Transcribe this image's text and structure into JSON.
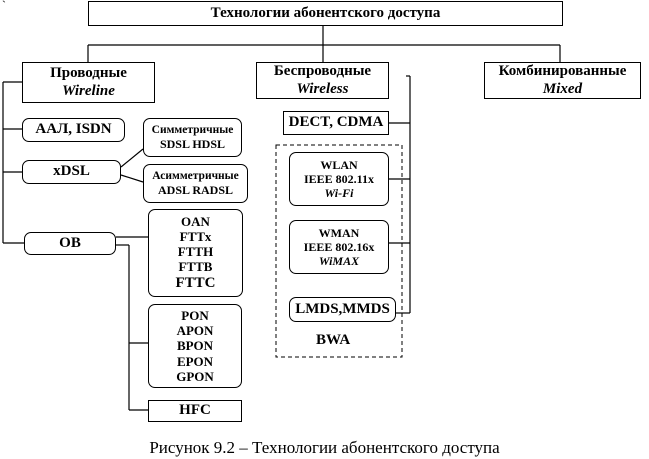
{
  "corner_mark": "`",
  "title": "Технологии абонентского доступа",
  "categories": {
    "wireline": {
      "ru": "Проводные",
      "en": "Wireline"
    },
    "wireless": {
      "ru": "Беспроводные",
      "en": "Wireless"
    },
    "mixed": {
      "ru": "Комбинированные",
      "en": "Mixed"
    }
  },
  "wireline": {
    "aal_isdn": "AАЛ, ISDN",
    "xdsl": "xDSL",
    "sym": {
      "line1": "Симметричные",
      "line2": "SDSL HDSL"
    },
    "asym": {
      "line1": "Асимметричные",
      "line2": "ADSL RADSL"
    },
    "ob": "OB",
    "fttx": [
      "OAN",
      "FTTx",
      "FTTH",
      "FTTB"
    ],
    "fttc": "FTTC",
    "pon": [
      "PON",
      "APON",
      "BPON",
      "EPON",
      "GPON"
    ],
    "hfc": "HFC"
  },
  "wireless": {
    "dect": "DECT, CDMA",
    "wlan": {
      "line1": "WLAN",
      "line2": "IEEE 802.11x",
      "line3": "Wi-Fi"
    },
    "wman": {
      "line1": "WMAN",
      "line2": "IEEE 802.16x",
      "line3": "WiMAX"
    },
    "lmds": "LMDS,MMDS",
    "group_label": "BWA"
  },
  "caption": "Рисунок 9.2 – Технологии абонентского доступа"
}
